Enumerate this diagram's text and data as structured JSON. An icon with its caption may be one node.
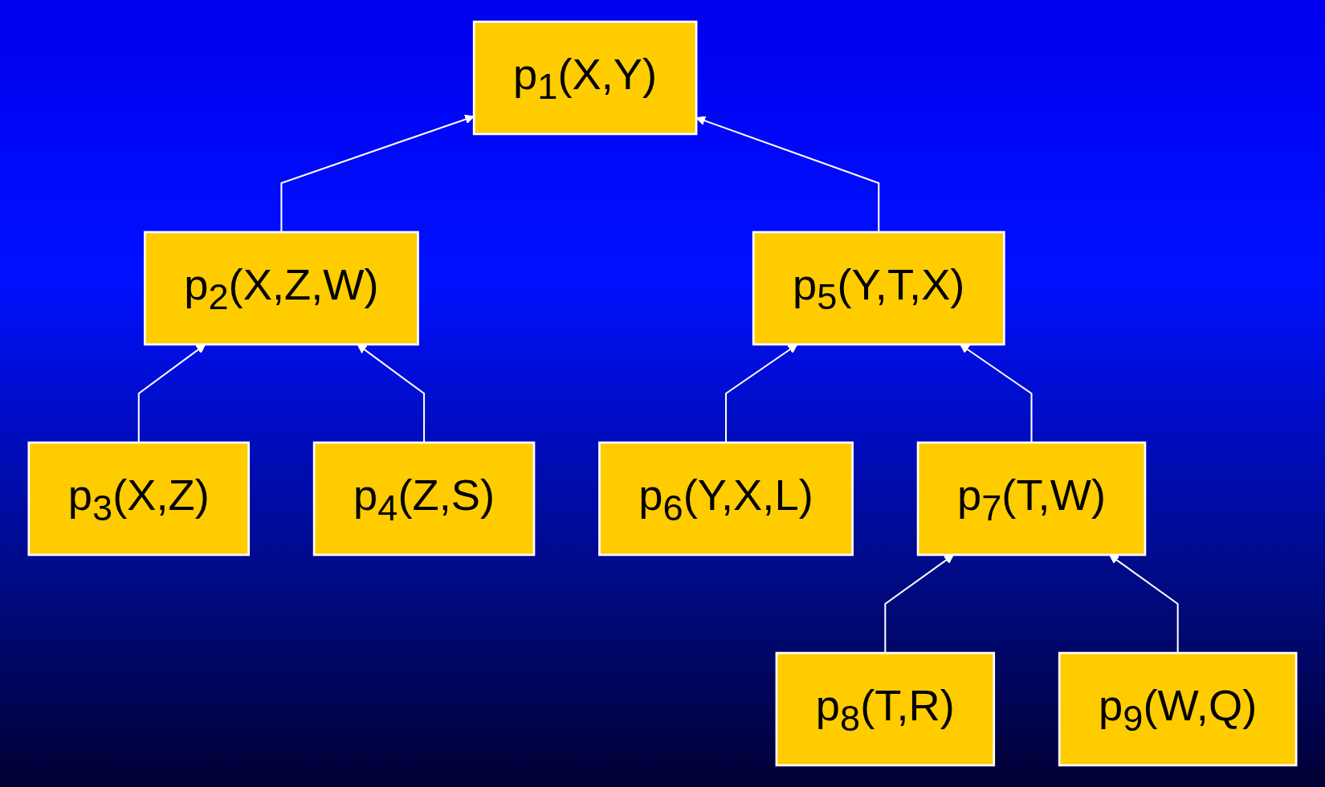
{
  "diagram": {
    "nodes": [
      {
        "text": [
          "p$_{1}$(X,Y)"
        ]
      },
      {
        "text": [
          "p$_{2}$(X,Z,W)"
        ]
      },
      {
        "text": [
          "p$_{3}$(X,Z)"
        ]
      },
      {
        "text": [
          "p$_{4}$(Z,S)"
        ]
      },
      {
        "text": [
          "p$_{5}$(Y,T,X)"
        ]
      },
      {
        "text": [
          "p$_{6}$(Y,X,L)"
        ]
      },
      {
        "text": [
          "p$_{7}$(T,W)"
        ]
      },
      {
        "text": [
          "p$_{8}$(T,R)"
        ]
      },
      {
        "text": [
          "p$_{9}$(W,Q)"
        ]
      }
    ],
    "edges": [
      {
        "from": 1,
        "to": 0,
        "arrow": "to"
      },
      {
        "from": 4,
        "to": 0,
        "arrow": "to"
      },
      {
        "from": 2,
        "to": 1,
        "arrow": "to"
      },
      {
        "from": 3,
        "to": 1,
        "arrow": "to"
      },
      {
        "from": 5,
        "to": 4,
        "arrow": "to"
      },
      {
        "from": 6,
        "to": 4,
        "arrow": "to"
      },
      {
        "from": 7,
        "to": 6,
        "arrow": "to"
      },
      {
        "from": 8,
        "to": 6,
        "arrow": "to"
      }
    ]
  }
}
